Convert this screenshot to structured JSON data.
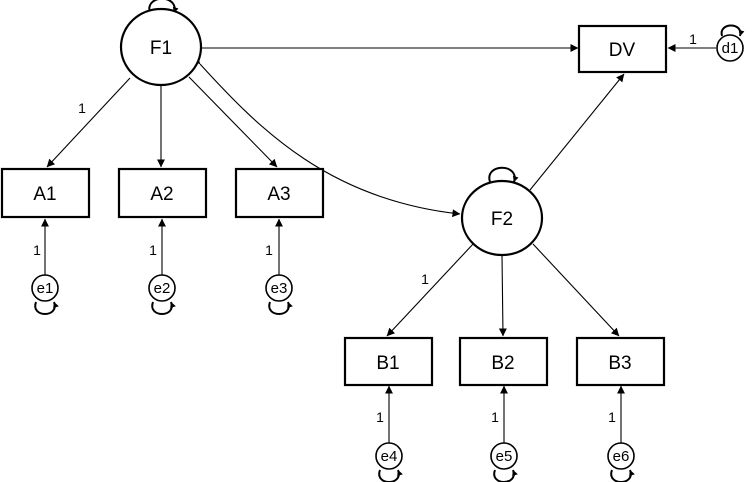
{
  "diagram": {
    "type": "structural-equation-model",
    "latent_factors": [
      {
        "id": "F1",
        "label": "F1"
      },
      {
        "id": "F2",
        "label": "F2"
      }
    ],
    "observed": [
      {
        "id": "A1",
        "label": "A1"
      },
      {
        "id": "A2",
        "label": "A2"
      },
      {
        "id": "A3",
        "label": "A3"
      },
      {
        "id": "B1",
        "label": "B1"
      },
      {
        "id": "B2",
        "label": "B2"
      },
      {
        "id": "B3",
        "label": "B3"
      },
      {
        "id": "DV",
        "label": "DV"
      }
    ],
    "errors": [
      {
        "id": "e1",
        "label": "e1",
        "target": "A1"
      },
      {
        "id": "e2",
        "label": "e2",
        "target": "A2"
      },
      {
        "id": "e3",
        "label": "e3",
        "target": "A3"
      },
      {
        "id": "e4",
        "label": "e4",
        "target": "B1"
      },
      {
        "id": "e5",
        "label": "e5",
        "target": "B2"
      },
      {
        "id": "e6",
        "label": "e6",
        "target": "B3"
      },
      {
        "id": "d1",
        "label": "d1",
        "target": "DV"
      }
    ],
    "paths": [
      {
        "from": "F1",
        "to": "A1",
        "label": "1"
      },
      {
        "from": "F1",
        "to": "A2",
        "label": ""
      },
      {
        "from": "F1",
        "to": "A3",
        "label": ""
      },
      {
        "from": "F2",
        "to": "B1",
        "label": "1"
      },
      {
        "from": "F2",
        "to": "B2",
        "label": ""
      },
      {
        "from": "F2",
        "to": "B3",
        "label": ""
      },
      {
        "from": "F1",
        "to": "DV",
        "label": ""
      },
      {
        "from": "F2",
        "to": "DV",
        "label": ""
      },
      {
        "from": "e1",
        "to": "A1",
        "label": "1"
      },
      {
        "from": "e2",
        "to": "A2",
        "label": "1"
      },
      {
        "from": "e3",
        "to": "A3",
        "label": "1"
      },
      {
        "from": "e4",
        "to": "B1",
        "label": "1"
      },
      {
        "from": "e5",
        "to": "B2",
        "label": "1"
      },
      {
        "from": "e6",
        "to": "B3",
        "label": "1"
      },
      {
        "from": "d1",
        "to": "DV",
        "label": "1"
      }
    ],
    "covariances": [
      {
        "between": [
          "F1",
          "F2"
        ]
      }
    ]
  }
}
